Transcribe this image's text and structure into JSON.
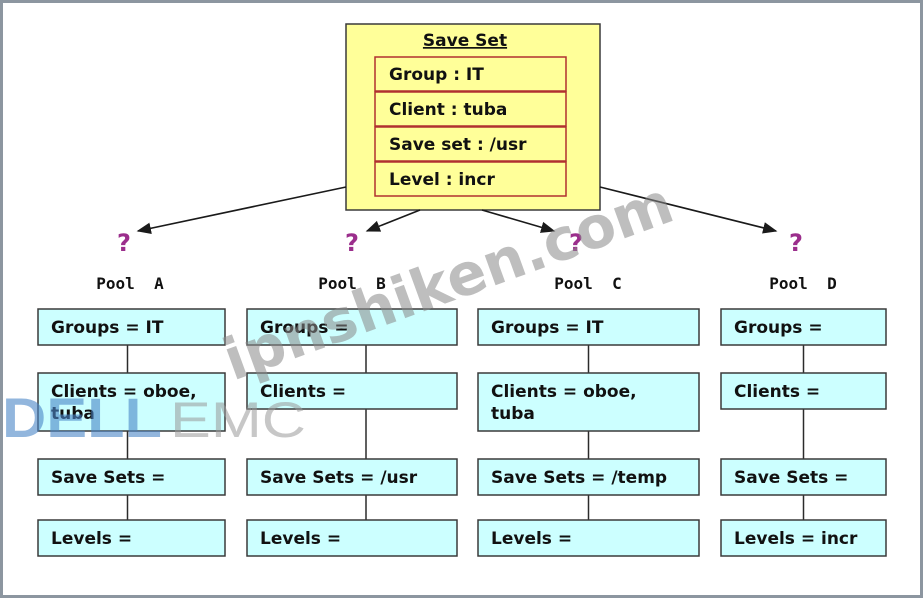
{
  "save_set": {
    "title": "Save Set",
    "rows": [
      "Group : IT",
      "Client : tuba",
      "Save set : /usr",
      "Level : incr"
    ]
  },
  "question_mark": "?",
  "pools": [
    {
      "name": "Pool  A",
      "fields": [
        [
          "Groups = IT"
        ],
        [
          "Clients = oboe,",
          "tuba"
        ],
        [
          "Save Sets ="
        ],
        [
          "Levels ="
        ]
      ]
    },
    {
      "name": "Pool  B",
      "fields": [
        [
          "Groups ="
        ],
        [
          "Clients ="
        ],
        [
          "Save Sets = /usr"
        ],
        [
          "Levels ="
        ]
      ]
    },
    {
      "name": "Pool  C",
      "fields": [
        [
          "Groups = IT"
        ],
        [
          "Clients = oboe,",
          "tuba"
        ],
        [
          "Save Sets = /temp"
        ],
        [
          "Levels ="
        ]
      ]
    },
    {
      "name": "Pool  D",
      "fields": [
        [
          "Groups ="
        ],
        [
          "Clients ="
        ],
        [
          "Save Sets ="
        ],
        [
          "Levels = incr"
        ]
      ]
    }
  ],
  "watermarks": {
    "site": "ipnshiken.com",
    "brand_left": "DELL",
    "brand_right": "EMC"
  },
  "colors": {
    "save_set_fill": "#ffff99",
    "pool_field_fill": "#ccffff",
    "question_mark": "#9b2e8c",
    "row_border": "#b03030"
  }
}
